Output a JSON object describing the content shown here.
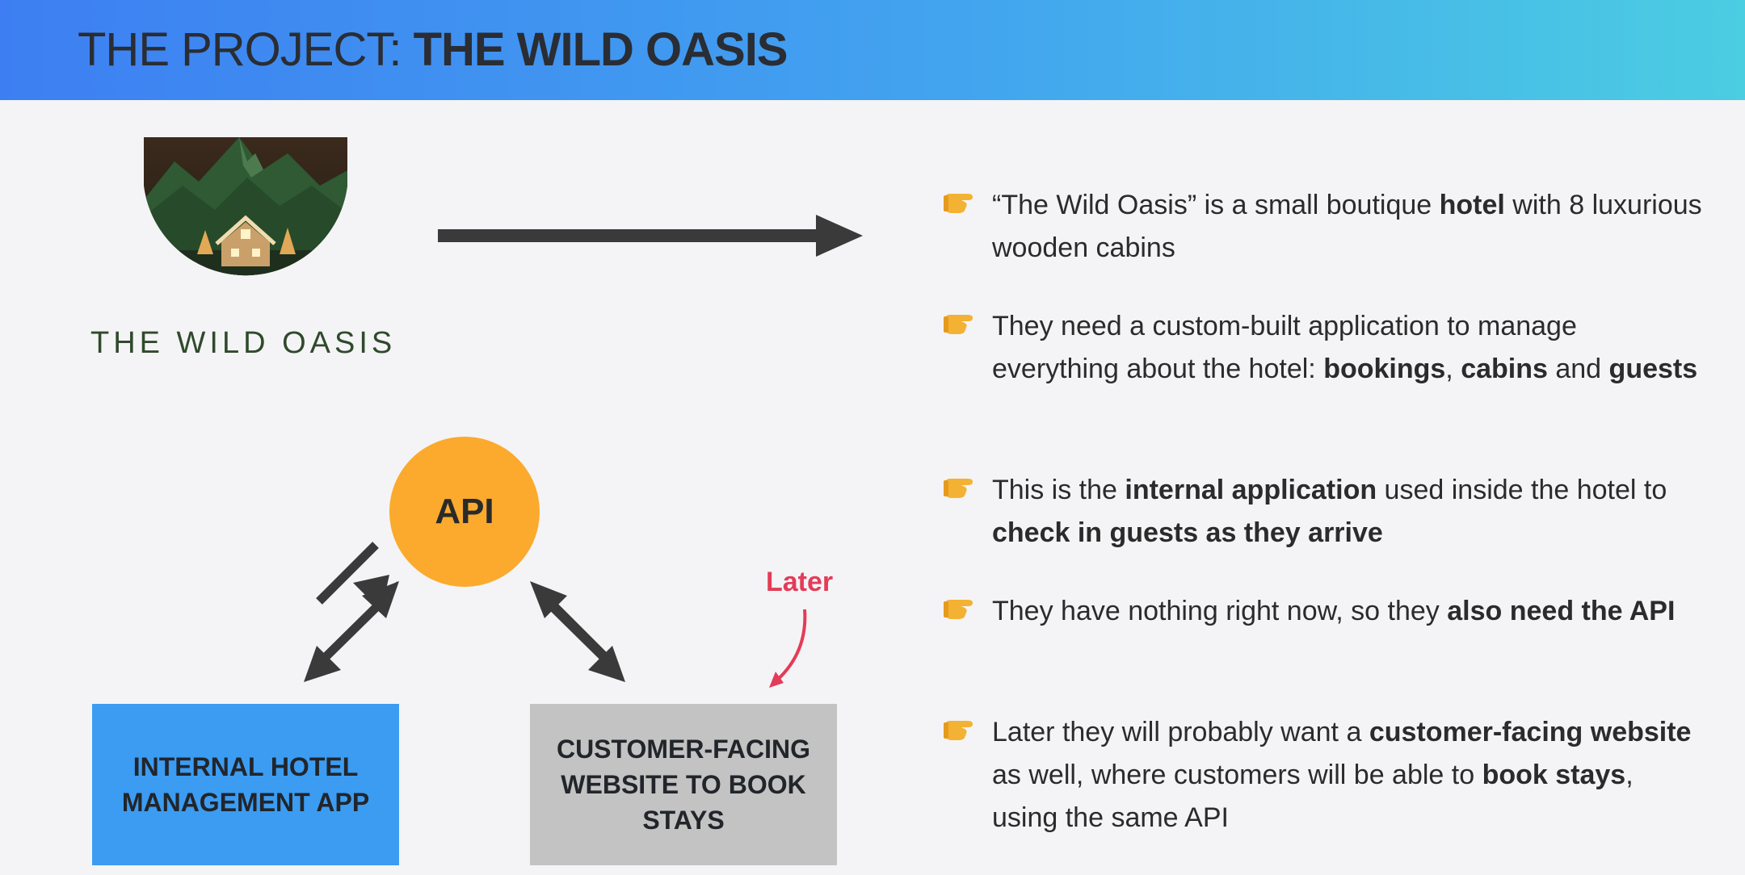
{
  "header": {
    "title_prefix": "THE PROJECT: ",
    "title_main": "THE WILD OASIS"
  },
  "logo": {
    "text": "THE WILD OASIS"
  },
  "diagram": {
    "api_label": "API",
    "later_label": "Later",
    "internal_app_label": "INTERNAL HOTEL MANAGEMENT APP",
    "customer_site_label": "CUSTOMER-FACING WEBSITE TO BOOK STAYS"
  },
  "colors": {
    "header_start": "#3d7ff2",
    "header_end": "#4bcde2",
    "api": "#fbaa2d",
    "internal_box": "#3b9cf2",
    "customer_box": "#c3c3c3",
    "later": "#e33c58",
    "arrow": "#3a3a3a"
  },
  "bullets": [
    {
      "icon": "pointing-hand-icon",
      "parts": [
        {
          "t": "“The Wild Oasis” is a small boutique ",
          "b": false
        },
        {
          "t": "hotel",
          "b": true
        },
        {
          "t": " with 8 luxurious wooden cabins",
          "b": false
        }
      ]
    },
    {
      "icon": "pointing-hand-icon",
      "parts": [
        {
          "t": "They need a custom-built application to manage everything about the hotel: ",
          "b": false
        },
        {
          "t": "bookings",
          "b": true
        },
        {
          "t": ", ",
          "b": false
        },
        {
          "t": "cabins",
          "b": true
        },
        {
          "t": " and ",
          "b": false
        },
        {
          "t": "guests",
          "b": true
        }
      ]
    },
    {
      "icon": "pointing-hand-icon",
      "parts": [
        {
          "t": "This is the ",
          "b": false
        },
        {
          "t": "internal application",
          "b": true
        },
        {
          "t": " used inside the hotel to ",
          "b": false
        },
        {
          "t": "check in guests as they arrive",
          "b": true
        }
      ]
    },
    {
      "icon": "pointing-hand-icon",
      "parts": [
        {
          "t": "They have nothing right now, so they ",
          "b": false
        },
        {
          "t": "also need the API",
          "b": true
        }
      ]
    },
    {
      "icon": "pointing-hand-icon",
      "parts": [
        {
          "t": "Later they will probably want a ",
          "b": false
        },
        {
          "t": "customer-facing website",
          "b": true
        },
        {
          "t": " as well, where customers will be able to ",
          "b": false
        },
        {
          "t": "book stays",
          "b": true
        },
        {
          "t": ", using the same API",
          "b": false
        }
      ]
    }
  ]
}
